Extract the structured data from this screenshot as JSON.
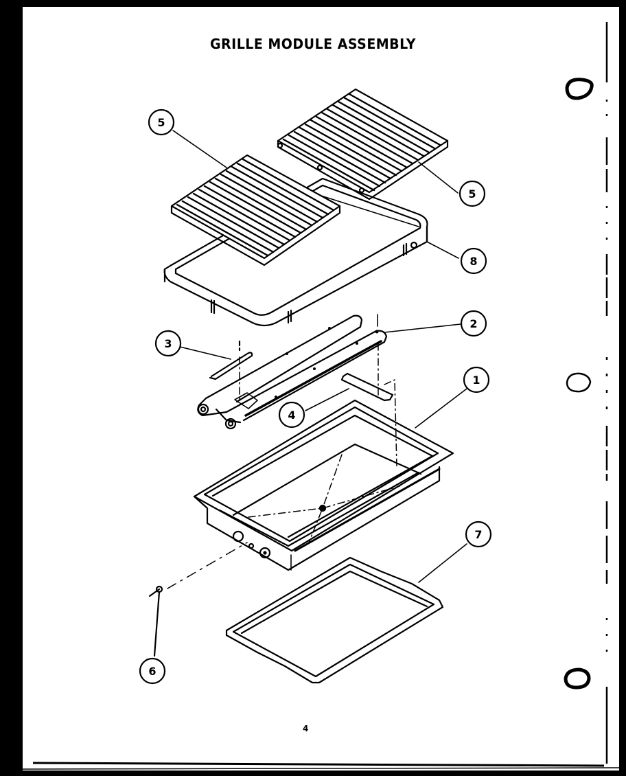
{
  "page": {
    "title": "GRILLE MODULE ASSEMBLY",
    "page_number": "4"
  },
  "diagram": {
    "type": "exploded parts view",
    "colors": {
      "ink": "#000000",
      "paper": "#ffffff",
      "scan_border": "#000000"
    },
    "callouts": [
      {
        "id": "5a",
        "label": "5",
        "part": "grille grate (left)"
      },
      {
        "id": "5b",
        "label": "5",
        "part": "grille grate (right)"
      },
      {
        "id": "8",
        "label": "8",
        "part": "grate support frame"
      },
      {
        "id": "2",
        "label": "2",
        "part": "burner"
      },
      {
        "id": "3",
        "label": "3",
        "part": "igniter electrode"
      },
      {
        "id": "4",
        "label": "4",
        "part": "burner bracket"
      },
      {
        "id": "1",
        "label": "1",
        "part": "grille module pan"
      },
      {
        "id": "7",
        "label": "7",
        "part": "drip tray"
      },
      {
        "id": "6",
        "label": "6",
        "part": "orifice / fitting"
      }
    ],
    "binder_holes": 3
  }
}
